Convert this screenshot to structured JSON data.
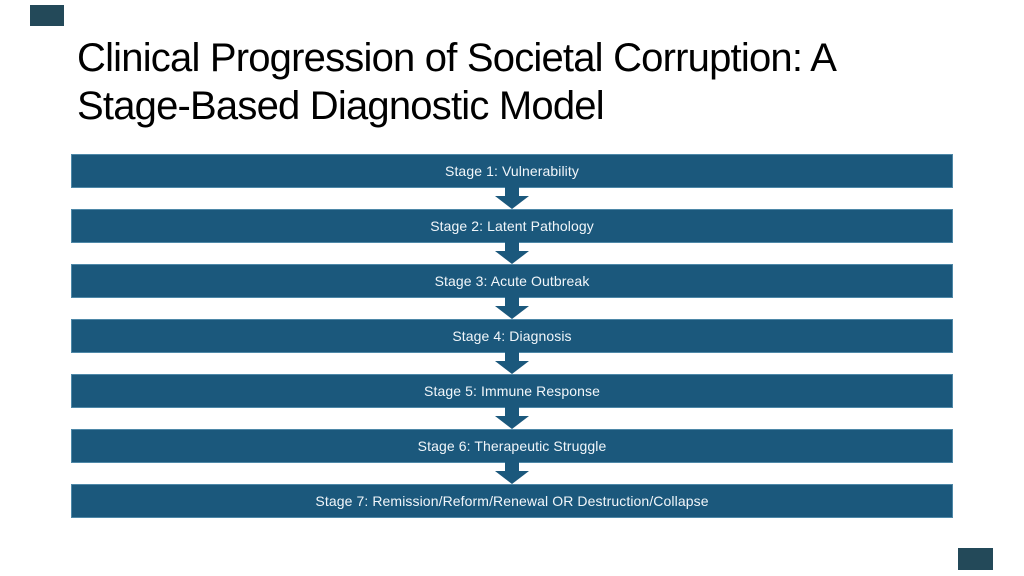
{
  "slide": {
    "title_lines": [
      "Clinical Progression of Societal Corruption: A",
      "Stage-Based Diagnostic Model"
    ],
    "stages": [
      {
        "label": "Stage 1: Vulnerability"
      },
      {
        "label": "Stage 2: Latent Pathology"
      },
      {
        "label": "Stage 3: Acute Outbreak"
      },
      {
        "label": "Stage 4: Diagnosis"
      },
      {
        "label": "Stage 5: Immune Response"
      },
      {
        "label": "Stage 6: Therapeutic Struggle"
      },
      {
        "label": "Stage 7: Remission/Reform/Renewal OR Destruction/Collapse"
      }
    ],
    "colors": {
      "background": "#FFFFFF",
      "stage_bar": "#1B587C",
      "stage_bar_border": "#4E88A8",
      "stage_text": "#F1F6FA",
      "arrow": "#1B587C",
      "title_text": "#000000",
      "corner_accent": "#234959"
    }
  }
}
